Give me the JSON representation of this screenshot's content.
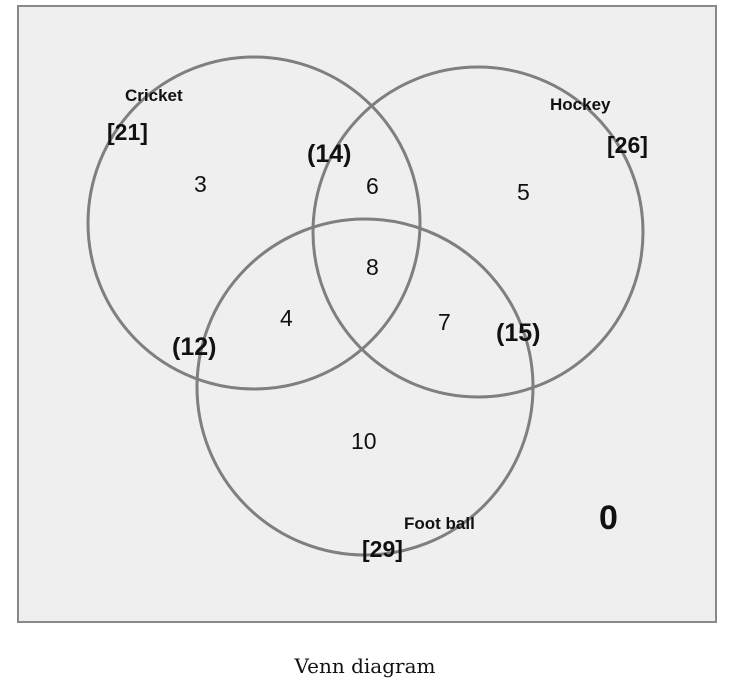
{
  "sets": [
    {
      "name": "Cricket",
      "total": "[21]"
    },
    {
      "name": "Hockey",
      "total": "[26]"
    },
    {
      "name": "Foot ball",
      "total": "[29]"
    }
  ],
  "regions": {
    "cricket_only": "3",
    "hockey_only": "5",
    "football_only": "10",
    "cricket_hockey_only": "6",
    "cricket_football_only": "4",
    "hockey_football_only": "7",
    "all_three": "8",
    "none": "0"
  },
  "pair_totals": {
    "cricket_hockey": "(14)",
    "cricket_football": "(12)",
    "hockey_football": "(15)"
  },
  "caption": "Venn diagram",
  "colors": {
    "background": "#efefef",
    "stroke": "#808080"
  }
}
